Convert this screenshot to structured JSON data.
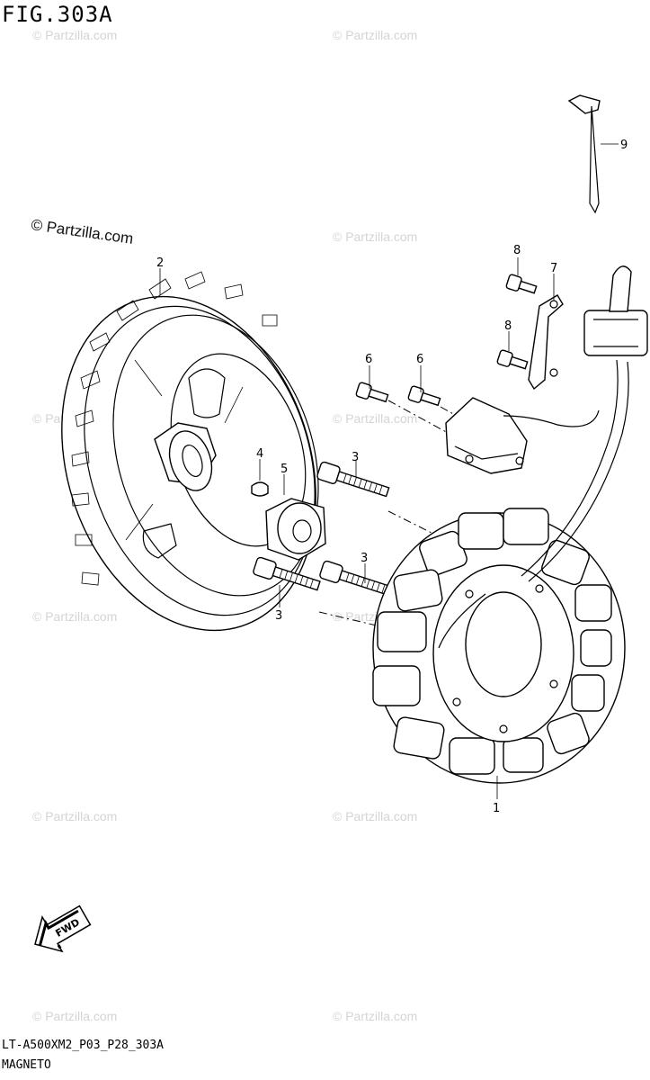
{
  "figure": {
    "title": "FIG.303A",
    "code": "LT-A500XM2_P03_P28_303A",
    "name": "MAGNETO"
  },
  "watermark": {
    "main": "© Partzilla.com",
    "faint": "© Partzilla.com"
  },
  "arrow_label": "FWD",
  "callouts": [
    "1",
    "2",
    "3",
    "3",
    "3",
    "4",
    "5",
    "6",
    "6",
    "7",
    "8",
    "8",
    "9"
  ]
}
